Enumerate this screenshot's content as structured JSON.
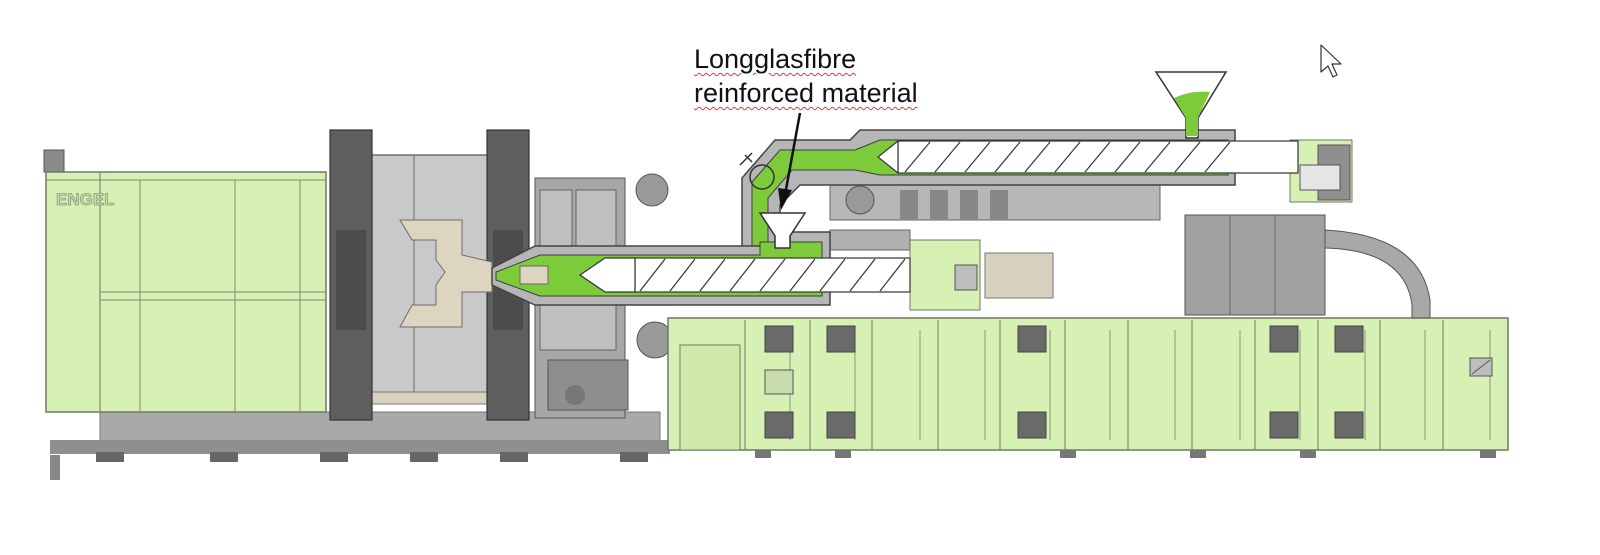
{
  "annotation": {
    "line1": "Longglasfibre",
    "line2": "reinforced material"
  },
  "machine": {
    "brand": "ENGEL"
  },
  "colors": {
    "machine_green": "#d7f0b4",
    "melt_green": "#7dcb3a",
    "platen_dark": "#5f5f5f",
    "mold_gray": "#c6c6c6",
    "structure_gray": "#9c9c9c",
    "outline": "#555555"
  },
  "icons": {
    "cursor": "mouse-pointer-icon"
  }
}
